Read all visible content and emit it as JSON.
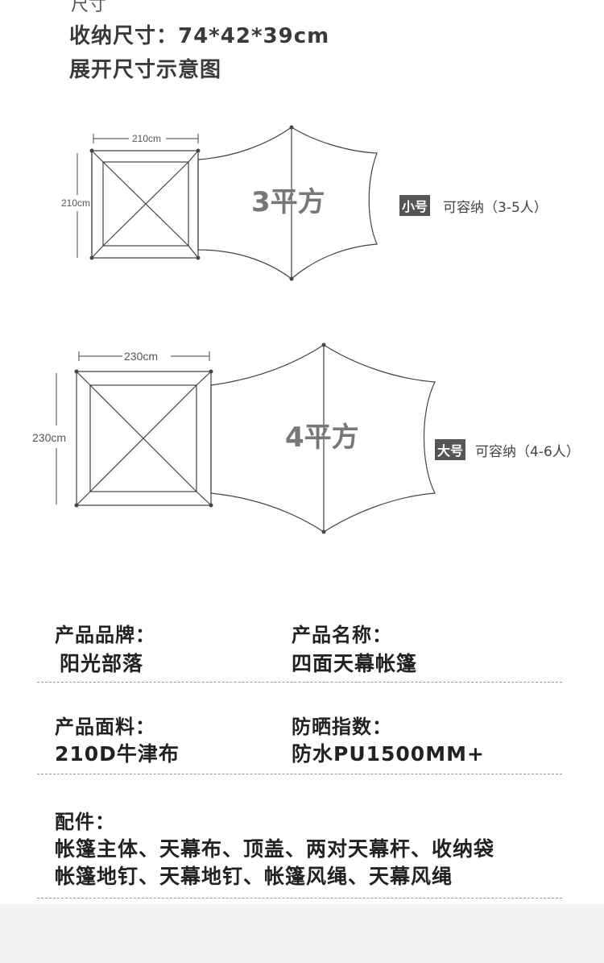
{
  "header": {
    "cut_title": "尺寸",
    "packed_size": "收纳尺寸：74*42*39cm",
    "diagram_title": "展开尺寸示意图"
  },
  "small": {
    "width_label": "210cm",
    "height_label": "210cm",
    "area": "3平方",
    "tag": "小号",
    "capacity": "可容纳（3-5人）"
  },
  "large": {
    "width_label": "230cm",
    "height_label": "230cm",
    "area": "4平方",
    "tag": "大号",
    "capacity": "可容纳（4-6人）"
  },
  "specs": {
    "brand_label": "产品品牌：",
    "brand_value": "阳光部落",
    "name_label": "产品名称：",
    "name_value": "四面天幕帐篷",
    "fabric_label": "产品面料：",
    "fabric_value": "210D牛津布",
    "sun_label": "防晒指数：",
    "sun_value": "防水PU1500MM+",
    "parts_label": "配件：",
    "parts_line1": "帐篷主体、天幕布、顶盖、两对天幕杆、收纳袋",
    "parts_line2": "帐篷地钉、天幕地钉、帐篷风绳、天幕风绳"
  }
}
